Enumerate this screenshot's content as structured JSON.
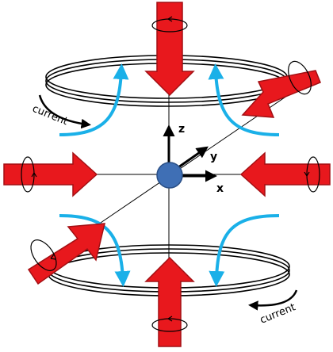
{
  "axes": {
    "z": "z",
    "y": "y",
    "x": "x"
  },
  "current_labels": {
    "top": "current",
    "bottom": "current"
  },
  "colors": {
    "laser_beam": "#e8181d",
    "laser_beam_edge": "#a30f13",
    "field_line": "#1ab0e8",
    "atom_cloud": "#3f6fb5",
    "coil": "#000000",
    "axis": "#000000"
  },
  "icons": {
    "beam": "red-arrow",
    "polarization": "circular-polarization-ellipse",
    "atoms": "blue-sphere"
  }
}
